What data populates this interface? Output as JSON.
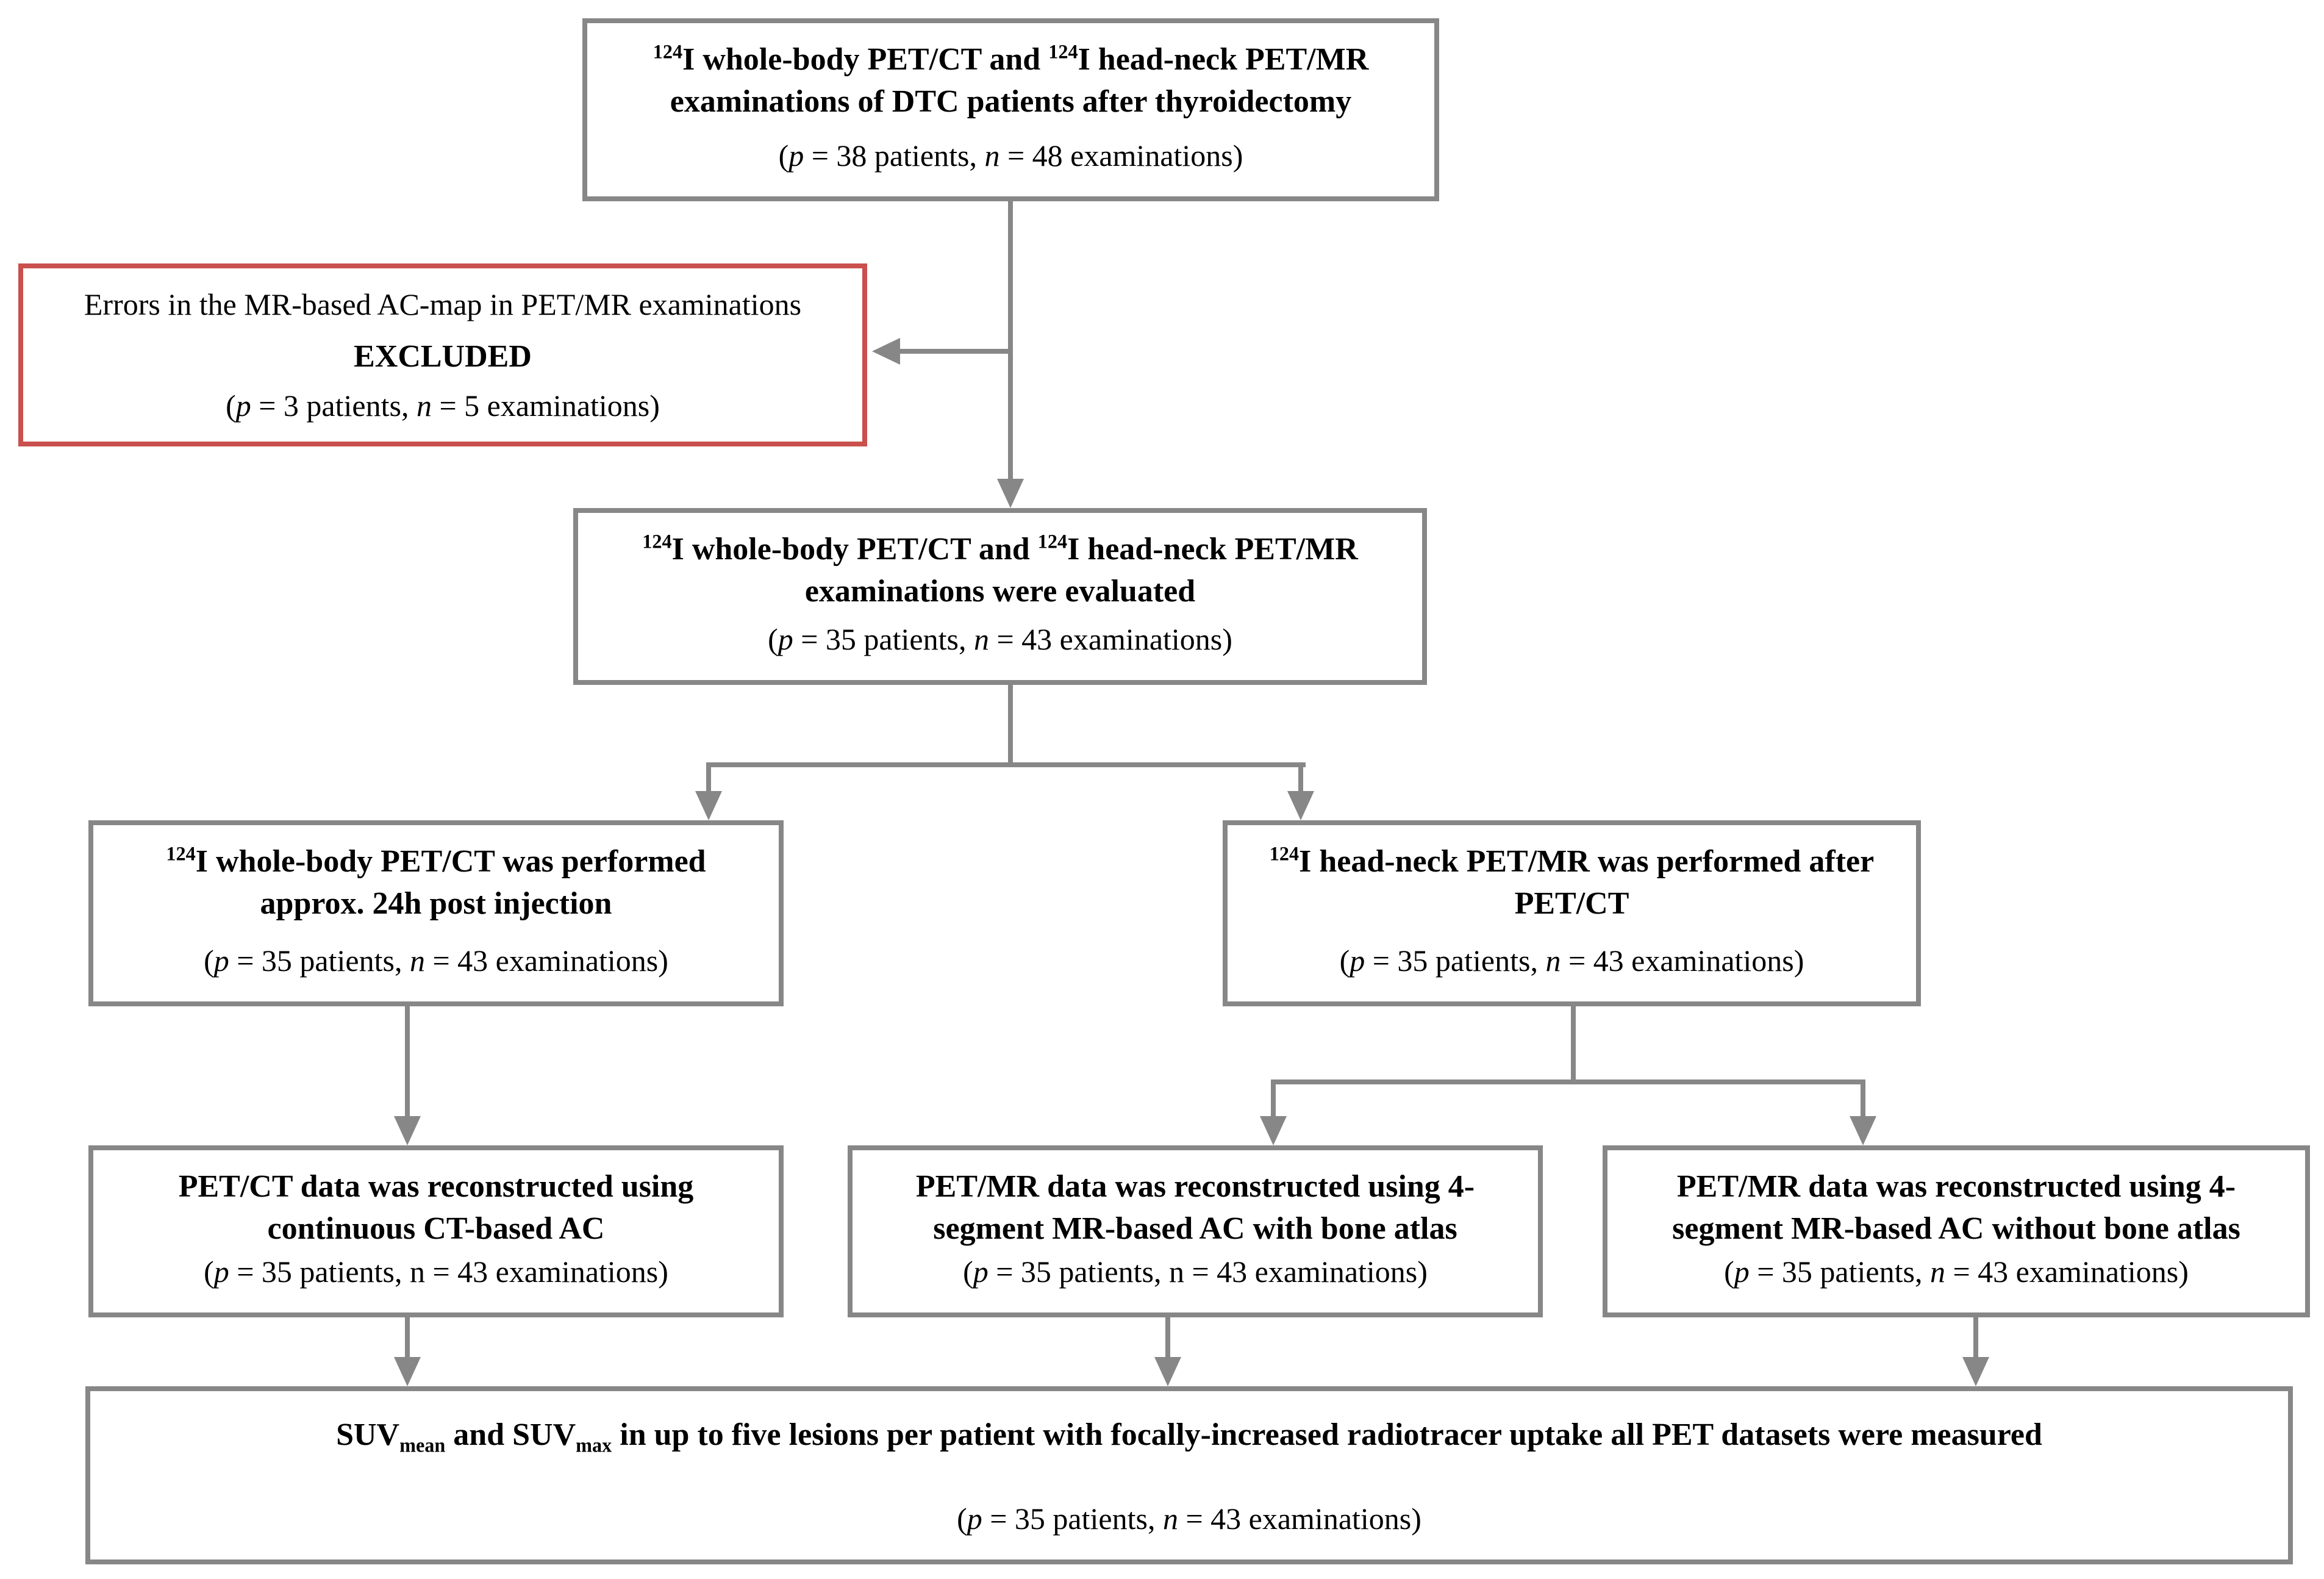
{
  "colors": {
    "box_border": "#878787",
    "excluded_border": "#c9504d",
    "connector": "#878787",
    "text": "#000000",
    "background": "#ffffff"
  },
  "boxes": [
    {
      "id": "initial-exams",
      "heading": "^{124}I whole-body PET/CT and ^{124}I head-neck PET/MR examinations of DTC patients after thyroidectomy",
      "stats": "(*{p} = 38 patients, *{n} = 48 examinations)"
    },
    {
      "id": "excluded",
      "note": "Errors in the MR-based AC-map in PET/MR examinations",
      "label": "EXCLUDED",
      "stats": "(*{p} = 3 patients, *{n} = 5 examinations)"
    },
    {
      "id": "evaluated",
      "heading": "^{124}I whole-body PET/CT and ^{124}I head-neck PET/MR examinations were evaluated",
      "stats": "(*{p} = 35 patients, *{n} = 43 examinations)"
    },
    {
      "id": "petct-performed",
      "heading": "^{124}I whole-body PET/CT was performed approx. 24h post injection",
      "stats": "(*{p} = 35 patients, *{n} = 43 examinations)"
    },
    {
      "id": "petmr-performed",
      "heading": "^{124}I head-neck PET/MR was performed after PET/CT",
      "stats": "(*{p} = 35 patients, *{n} = 43 examinations)"
    },
    {
      "id": "petct-reconstructed",
      "heading": "PET/CT data was reconstructed using continuous CT-based AC",
      "stats": "(*{p} = 35 patients, n = 43 examinations)"
    },
    {
      "id": "petmr-reconstructed-bone-atlas",
      "heading": "PET/MR data was reconstructed using 4-segment MR-based AC with bone atlas",
      "stats": "(*{p} = 35 patients, n = 43 examinations)"
    },
    {
      "id": "petmr-reconstructed-no-bone-atlas",
      "heading": "PET/MR data was reconstructed using 4-segment MR-based AC without bone atlas",
      "stats": "(*{p} = 35 patients, *{n} = 43 examinations)"
    },
    {
      "id": "suv-measured",
      "heading": "SUV_{mean} and SUV_{max} in up to five lesions per patient with focally-increased radiotracer uptake all PET datasets were measured",
      "stats": "(*{p} = 35 patients, *{n} = 43 examinations)"
    }
  ]
}
